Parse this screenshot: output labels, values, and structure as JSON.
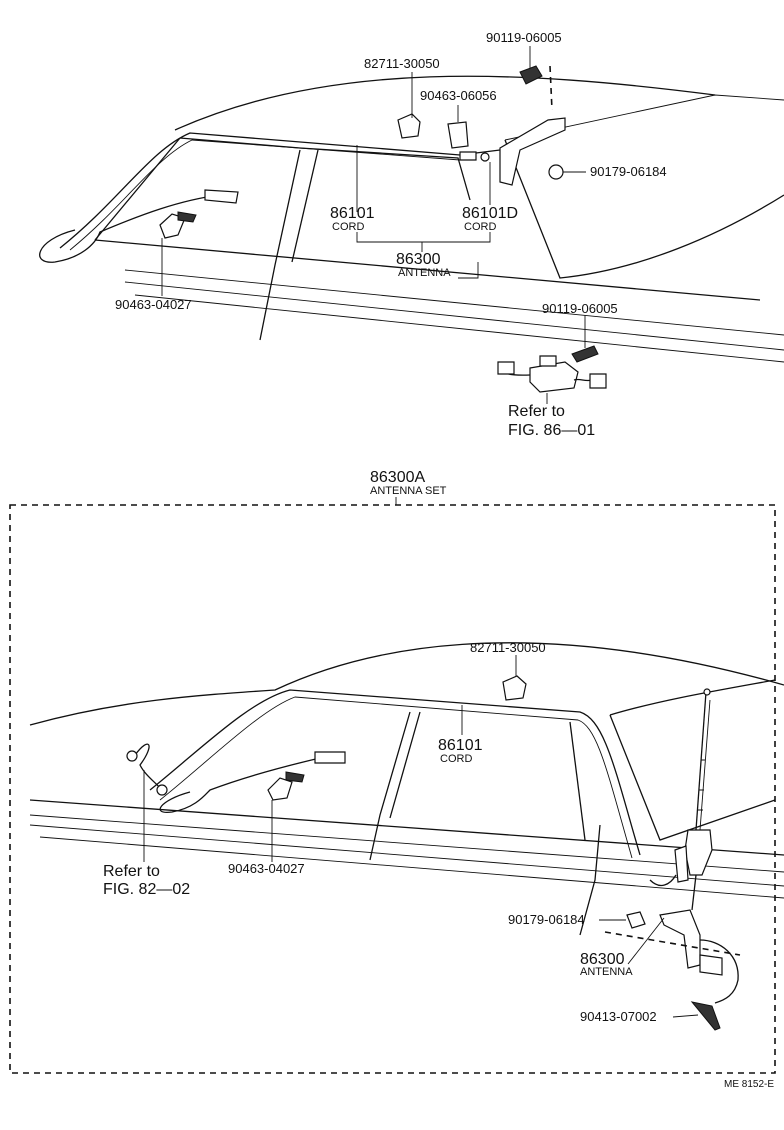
{
  "top": {
    "labels": {
      "p_90119_top": "90119-06005",
      "p_82711": "82711-30050",
      "p_90463_06056": "90463-06056",
      "p_90179": "90179-06184",
      "p_86101": "86101",
      "p_86101_cord": "CORD",
      "p_86101d": "86101D",
      "p_86101d_cord": "CORD",
      "p_86300": "86300",
      "p_86300_antenna": "ANTENNA",
      "p_90463_04027": "90463-04027",
      "p_90119_mid": "90119-06005",
      "refer1": "Refer to",
      "refer1_fig": "FIG. 86—01"
    }
  },
  "bottom": {
    "set_number": "86300A",
    "set_name": "ANTENNA SET",
    "labels": {
      "p_82711": "82711-30050",
      "p_86101": "86101",
      "p_86101_cord": "CORD",
      "refer2": "Refer to",
      "refer2_fig": "FIG. 82—02",
      "p_90463_04027": "90463-04027",
      "p_90179": "90179-06184",
      "p_86300": "86300",
      "p_86300_antenna": "ANTENNA",
      "p_90413": "90413-07002"
    }
  },
  "footer": {
    "code": "ME 8152-E"
  }
}
